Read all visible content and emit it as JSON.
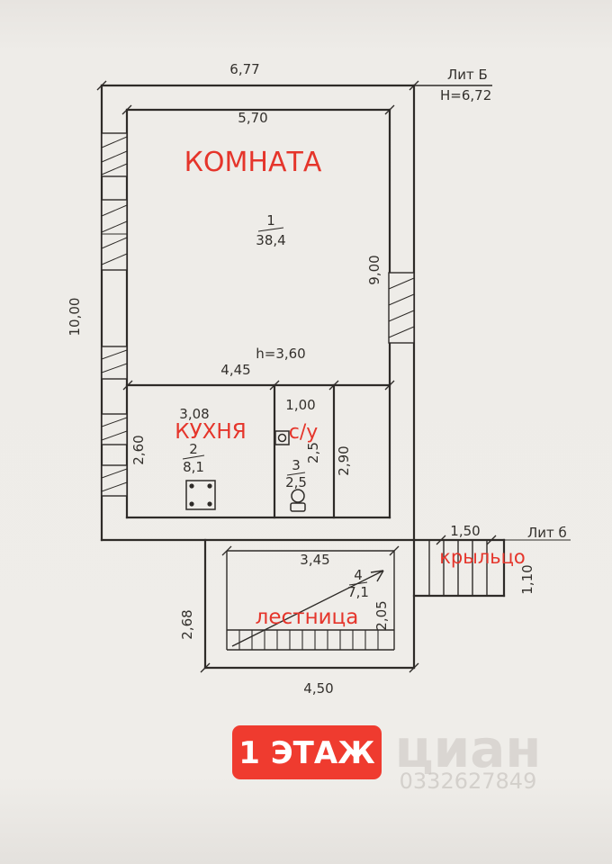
{
  "floor_plan": {
    "badge": "1 ЭТАЖ",
    "litera_top": "Лит Б",
    "building_height": "Н=6,72",
    "ceiling_height": "h=3,60",
    "litera_porch": "Лит б",
    "rooms": {
      "room": {
        "label": "КОМНАТА",
        "num": "1",
        "area": "38,4"
      },
      "kitchen": {
        "label": "КУХНЯ",
        "num": "2",
        "area": "8,1"
      },
      "bathroom": {
        "label": "с/у",
        "num": "3",
        "area": "2,5"
      },
      "stairs": {
        "label": "лестница",
        "num": "4",
        "area": "7,1"
      },
      "porch": {
        "label": "крыльцо"
      }
    },
    "dims": {
      "top_width": "6,77",
      "room_width": "5,70",
      "left_height": "10,00",
      "room_height": "9,00",
      "kitchen_block_width": "4,45",
      "kitchen_width": "3,08",
      "kitchen_depth": "2,60",
      "bath_width": "1,00",
      "bath_depth": "2,5",
      "hall_depth": "2,90",
      "stairs_width": "3,45",
      "stairs_left_depth": "2,68",
      "stairs_right_depth": "2,05",
      "bottom_width": "4,50",
      "porch_width": "1,50",
      "porch_depth": "1,10"
    },
    "watermark": {
      "brand": "циан",
      "digits": "0332627849"
    }
  },
  "colors": {
    "accent_red": "#e5352b",
    "badge_red": "#ef3b2f",
    "line": "#2e2b28"
  }
}
